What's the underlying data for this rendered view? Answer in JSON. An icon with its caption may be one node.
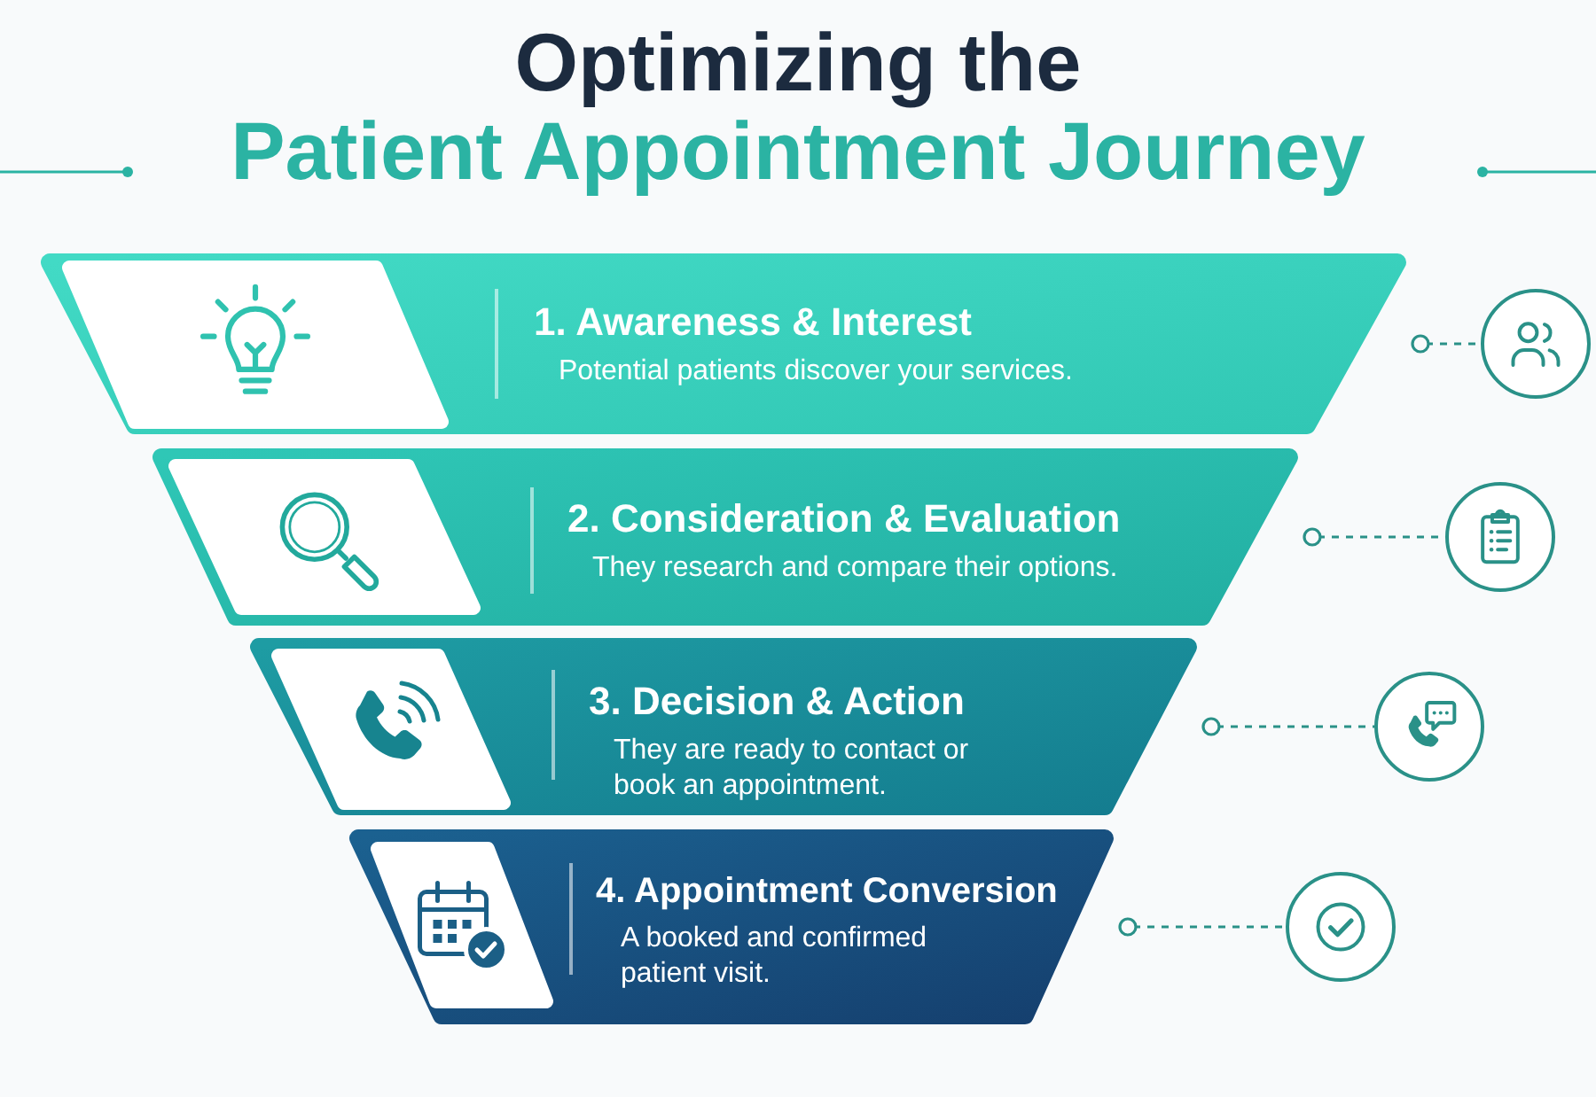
{
  "diagram": {
    "title": "Optimizing the Patient Appointment Journey",
    "nodes": [
      {
        "text": [
          "1. Awareness & Interest",
          "Potential patients discover your services."
        ]
      },
      {
        "text": [
          "2. Consideration & Evaluation",
          "They research and compare their options."
        ]
      },
      {
        "text": [
          "3. Decision & Action",
          "They are ready to contact or book an appointment."
        ]
      },
      {
        "text": [
          "4. Appointment Conversion",
          "A booked and confirmed patient visit."
        ]
      },
      {
        "text": [],
        "shape": "circle"
      },
      {
        "text": [],
        "shape": "circle"
      },
      {
        "text": [],
        "shape": "circle"
      },
      {
        "text": [],
        "shape": "circle"
      }
    ],
    "edges": [
      {
        "from": 0,
        "to": 4,
        "arrow": "other",
        "style": "dashed"
      },
      {
        "from": 1,
        "to": 5,
        "arrow": "other",
        "style": "dashed"
      },
      {
        "from": 2,
        "to": 6,
        "arrow": "other",
        "style": "dashed"
      },
      {
        "from": 3,
        "to": 7,
        "arrow": "other",
        "style": "dashed"
      }
    ]
  }
}
